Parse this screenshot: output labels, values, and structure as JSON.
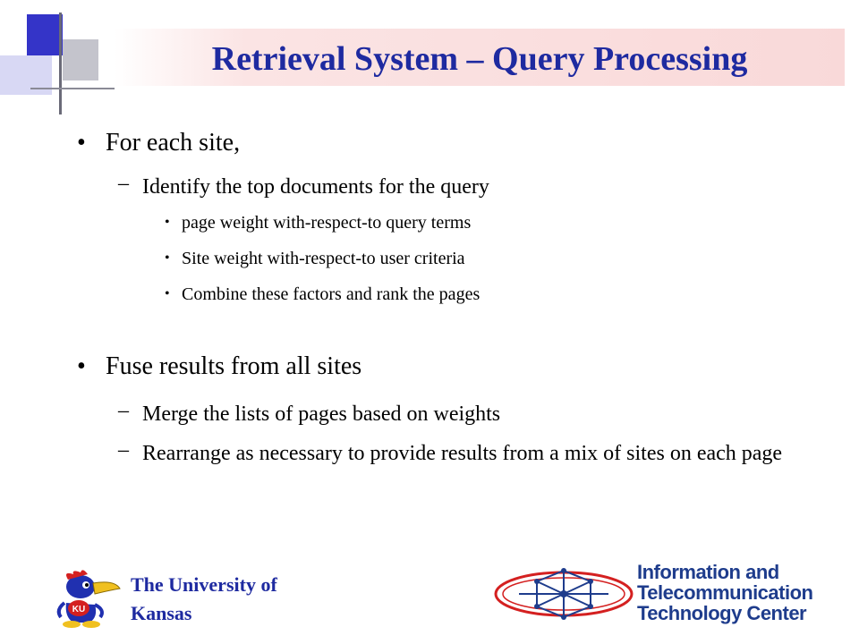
{
  "slide": {
    "title": "Retrieval System – Query Processing",
    "bullets": [
      {
        "text": "For each site,",
        "bullet": "•"
      },
      {
        "text": "Identify the top documents for the query",
        "bullet": "–"
      },
      {
        "text": "page weight with-respect-to query terms",
        "bullet": "•"
      },
      {
        "text": "Site weight with-respect-to user criteria",
        "bullet": "•"
      },
      {
        "text": "Combine these factors and rank the pages",
        "bullet": "•"
      },
      {
        "text": "Fuse results from all sites",
        "bullet": "•"
      },
      {
        "text": "Merge the lists of pages based on weights",
        "bullet": "–"
      },
      {
        "text": "Rearrange as necessary to provide results from a mix of sites on each page",
        "bullet": "–"
      }
    ]
  },
  "footer": {
    "university_line1": "The University of",
    "university_line2": "Kansas",
    "ittc_line1": "Information and",
    "ittc_line2": "Telecommunication",
    "ittc_line3": "Technology Center",
    "jayhawk_logo_label": "KU"
  },
  "colors": {
    "title": "#1e2aa0",
    "title_bar": "#f9d9d9",
    "accent_blue": "#3434c8",
    "ittc_blue": "#1e3c8c",
    "ittc_red": "#d42020"
  }
}
